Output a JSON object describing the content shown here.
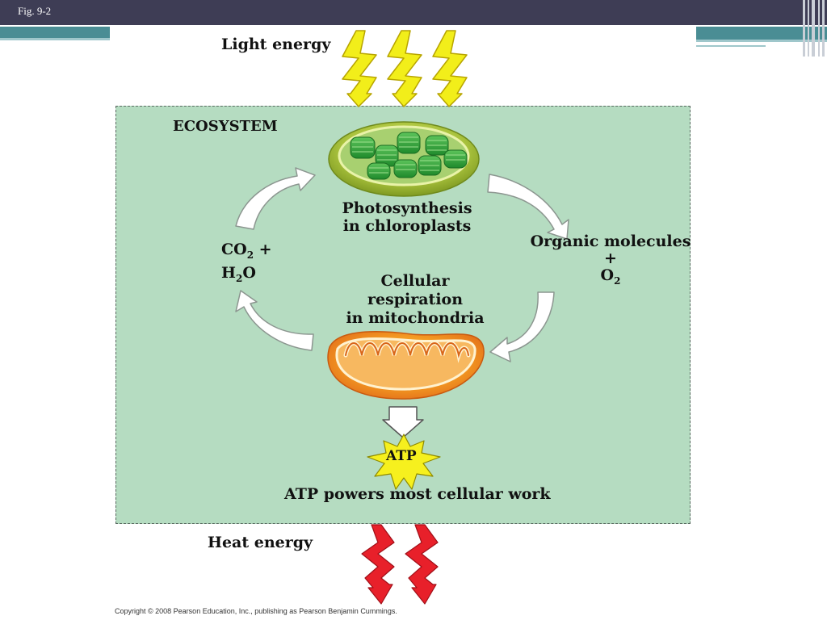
{
  "slide": {
    "fig_label": "Fig. 9-2",
    "copyright": "Copyright © 2008 Pearson Education, Inc., publishing as Pearson Benjamin Cummings."
  },
  "diagram": {
    "light_energy": "Light energy",
    "ecosystem": "ECOSYSTEM",
    "photosynthesis_line1": "Photosynthesis",
    "photosynthesis_line2": "in chloroplasts",
    "organic_line1": "Organic molecules",
    "organic_line2": "+",
    "o2_base": "O",
    "o2_sub": "2",
    "co2_base": "CO",
    "co2_sub": "2",
    "co2_plus": " +",
    "h2o_h": "H",
    "h2o_sub": "2",
    "h2o_o": "O",
    "respiration_line1": "Cellular",
    "respiration_line2": "respiration",
    "respiration_line3": "in mitochondria",
    "atp": "ATP",
    "atp_powers": "ATP powers most cellular work",
    "heat_energy": "Heat energy"
  },
  "colors": {
    "ecosystem_bg": "#b5dcc1",
    "light_bolt": "#f2ee1a",
    "heat_bolt": "#e8202a",
    "chloroplast": "#a9c23d",
    "mitochondrion": "#f08a1c",
    "atp_star": "#f6f01e"
  }
}
